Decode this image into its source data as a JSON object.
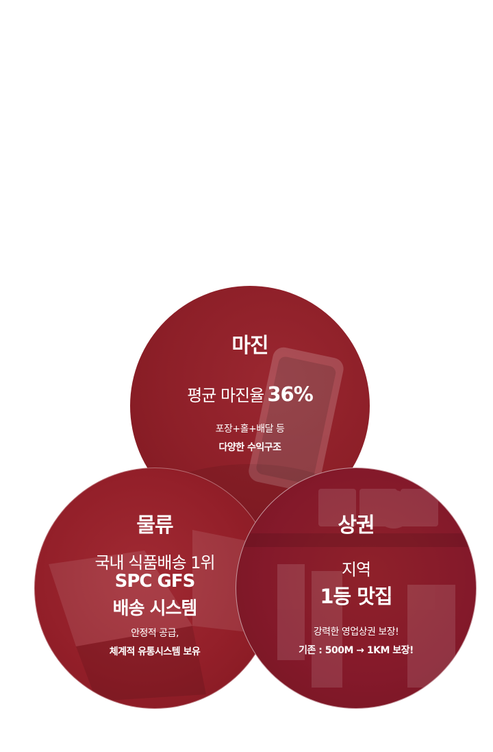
{
  "margin": {
    "title": "마진",
    "avg_label": "평균 마진율",
    "avg_value": "36%",
    "line1": "포장+홀+배달 등",
    "line2": "다양한 수익구조"
  },
  "logistics": {
    "title": "물류",
    "line1": "국내 식품배송 1위",
    "line2": "SPC GFS",
    "line3": "배송 시스템",
    "detail1": "안정적 공급,",
    "detail2": "체계적 유통시스템 보유"
  },
  "area": {
    "title": "상권",
    "line1": "지역",
    "line2": "1등 맛집",
    "detail1": "강력한 영업상권 보장!",
    "detail2": "기존 : 500M → 1KM 보장!"
  },
  "colors": {
    "brand_red": "#8d1f28",
    "text": "#ffffff"
  }
}
